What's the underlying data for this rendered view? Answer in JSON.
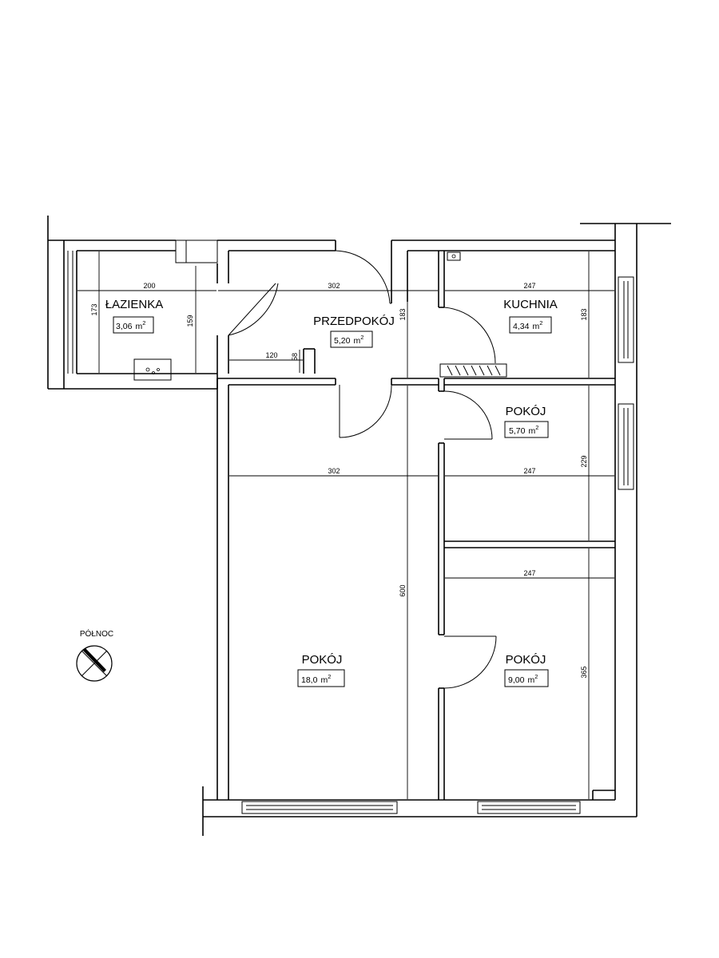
{
  "rooms": {
    "bathroom": {
      "name": "ŁAZIENKA",
      "area": "3,06",
      "unit": "m",
      "sup": "2"
    },
    "hallway": {
      "name": "PRZEDPOKÓJ",
      "area": "5,20",
      "unit": "m",
      "sup": "2"
    },
    "kitchen": {
      "name": "KUCHNIA",
      "area": "4,34",
      "unit": "m",
      "sup": "2"
    },
    "room_small": {
      "name": "POKÓJ",
      "area": "5,70",
      "unit": "m",
      "sup": "2"
    },
    "room_large": {
      "name": "POKÓJ",
      "area": "18,0",
      "unit": "m",
      "sup": "2"
    },
    "room_medium": {
      "name": "POKÓJ",
      "area": "9,00",
      "unit": "m",
      "sup": "2"
    }
  },
  "dimensions": {
    "bathroom_width": "200",
    "bathroom_height": "173",
    "bathroom_inner_height": "159",
    "hallway_width": "302",
    "hallway_height": "183",
    "hallway_niche_width": "120",
    "hallway_niche_depth": "58",
    "kitchen_width": "247",
    "kitchen_height": "183",
    "room_large_width": "302",
    "room_large_height": "600",
    "room_small_width": "247",
    "room_small_height": "229",
    "room_medium_width": "247",
    "room_medium_height": "365"
  },
  "compass": {
    "label": "PÓŁNOC",
    "icon": "north-arrow-icon"
  }
}
